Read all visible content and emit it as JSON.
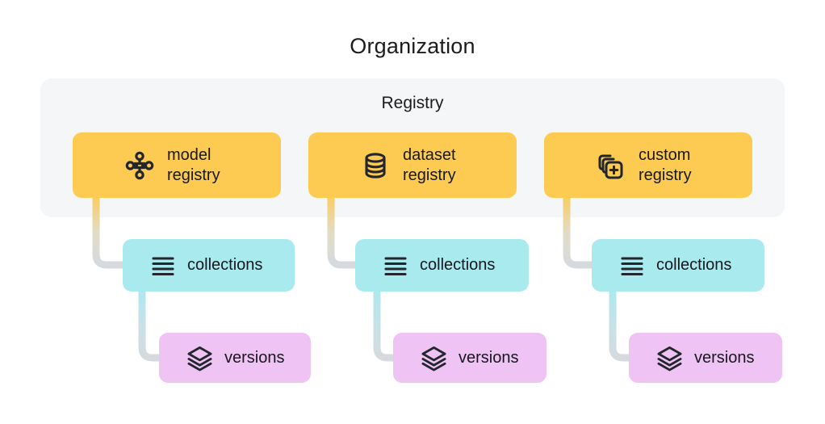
{
  "diagram": {
    "title": "Organization",
    "panel": {
      "label": "Registry",
      "background_color": "#f4f6f8"
    },
    "colors": {
      "registry_card": "#fdcb52",
      "collections_card": "#a9eaef",
      "versions_card": "#efc4f5",
      "connector_gray": "#d6dade",
      "icon_stroke": "#23262d",
      "page_background": "#ffffff",
      "text": "#16181c"
    },
    "columns": [
      {
        "registry": {
          "label": "model\nregistry",
          "icon": "model-network-icon"
        },
        "collections": {
          "label": "collections",
          "icon": "list-lines-icon"
        },
        "versions": {
          "label": "versions",
          "icon": "layers-stack-icon"
        }
      },
      {
        "registry": {
          "label": "dataset\nregistry",
          "icon": "database-cylinder-icon"
        },
        "collections": {
          "label": "collections",
          "icon": "list-lines-icon"
        },
        "versions": {
          "label": "versions",
          "icon": "layers-stack-icon"
        }
      },
      {
        "registry": {
          "label": "custom\nregistry",
          "icon": "stacked-squares-plus-icon"
        },
        "collections": {
          "label": "collections",
          "icon": "list-lines-icon"
        },
        "versions": {
          "label": "versions",
          "icon": "layers-stack-icon"
        }
      }
    ]
  }
}
